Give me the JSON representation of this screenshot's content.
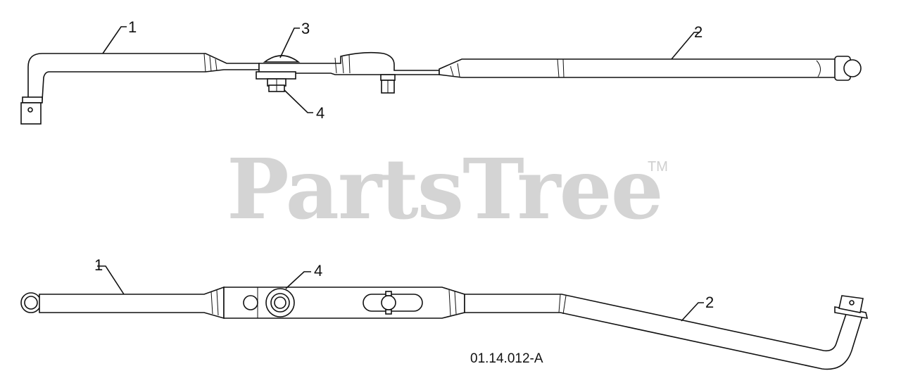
{
  "watermark": {
    "text": "PartsTree",
    "trademark": "TM"
  },
  "callouts": {
    "top_1": "1",
    "top_2": "2",
    "top_3": "3",
    "top_4": "4",
    "bottom_1": "1",
    "bottom_2": "2",
    "bottom_4": "4"
  },
  "figure_code": "01.14.012-A"
}
